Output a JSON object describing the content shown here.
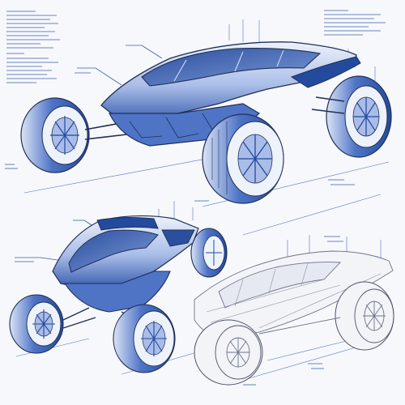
{
  "colors": {
    "paper": "#f7f8fb",
    "ink": "#1f2f57",
    "blue_dark": "#234a9c",
    "blue_mid": "#4f74c6",
    "blue_light": "#a9bde8",
    "blue_pale": "#dbe4f6",
    "pencil": "#8a92a6",
    "pencil_dark": "#4c5468"
  },
  "drawings": [
    {
      "name": "large-blue-buggy",
      "style": "blue-render",
      "view": "three-quarter-front"
    },
    {
      "name": "small-blue-buggy",
      "style": "blue-render",
      "view": "three-quarter-front"
    },
    {
      "name": "pencil-buggy",
      "style": "pencil-sketch",
      "view": "three-quarter-rear"
    }
  ],
  "annotation_style": "illegible handwritten notes"
}
